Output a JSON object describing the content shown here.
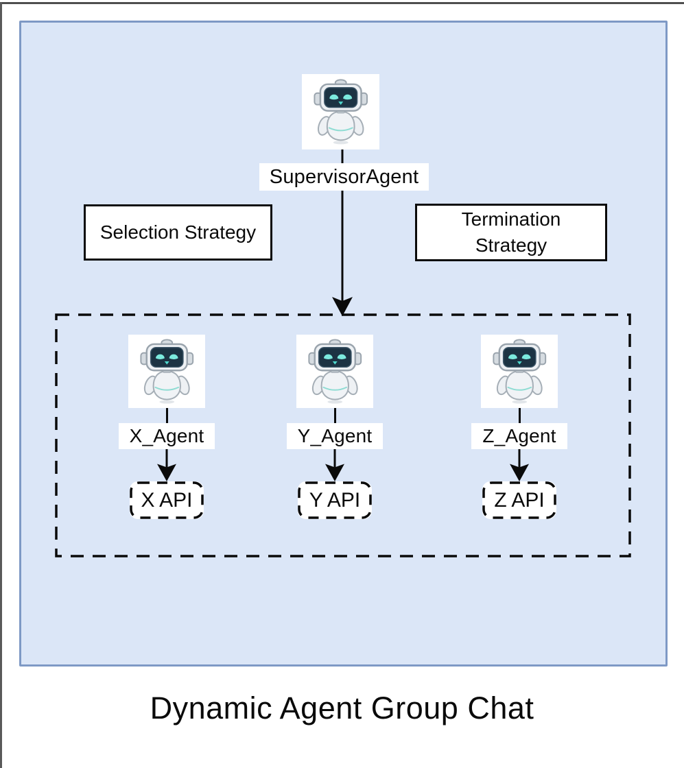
{
  "diagram": {
    "title": "Dynamic Agent Group Chat",
    "supervisor": {
      "label": "SupervisorAgent",
      "icon": "robot-icon"
    },
    "strategy_boxes": {
      "selection": "Selection Strategy",
      "termination": "Termination Strategy"
    },
    "agents": [
      {
        "label": "X_Agent",
        "api_label": "X API",
        "icon": "robot-icon"
      },
      {
        "label": "Y_Agent",
        "api_label": "Y API",
        "icon": "robot-icon"
      },
      {
        "label": "Z_Agent",
        "api_label": "Z API",
        "icon": "robot-icon"
      }
    ],
    "colors": {
      "panel_fill": "#dbe6f7",
      "panel_border": "#7e99c5",
      "line": "#0a0a0a",
      "robot_face": "#1c3343",
      "robot_eyes": "#7ceade",
      "robot_body": "#eef1f4"
    }
  }
}
